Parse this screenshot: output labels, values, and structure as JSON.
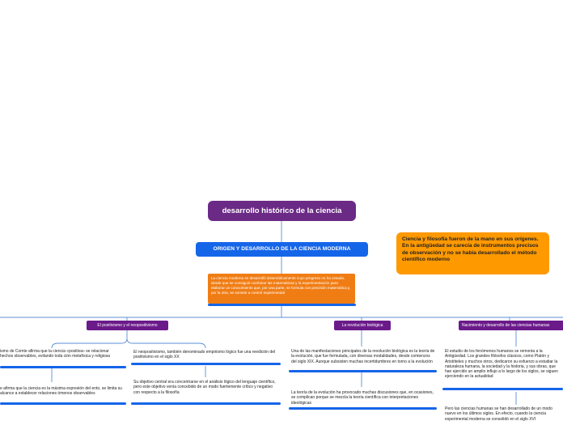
{
  "root": {
    "label": "desarrollo histórico de la ciencia"
  },
  "main_topic": {
    "label": "ORIGEN Y DESARROLLO DE LA CIENCIA MODERNA"
  },
  "main_description": {
    "text": "La ciencia moderna se desarrolló sistemáticamente cuyo progreso no ha cesado, desde que se consiguió combinar las matemáticas y la experimentación para elaborar un conocimiento que, por una parte, se formula con precisión matemática y, por la otra, se somete a control experimental"
  },
  "callout": {
    "text": "Ciencia y filosofía fueron de la mano en sus orígenes. En la antigüedad se carecía de instrumentos precisos de observación y no se había desarrollado el método científico moderno"
  },
  "branches": [
    {
      "label": "El positivismo y el neopositivismo"
    },
    {
      "label": "La revolución biológica"
    },
    {
      "label": "Nacimiento y desarrollo de las ciencias humanas"
    }
  ],
  "leaves": {
    "pos_1": "ismo de Comte afirma que la ciencia «positiva» se relacionar hechos observables, evitando toda ción metafísica y religiosa",
    "pos_2": "e afirma que la ciencia es la máxima expresión del ento, se limita su alcance a establecer relaciones ómenos observables",
    "neo_1": "El neopositivismo, también denominado empirismo lógico fue una reedición del positivismo en el siglo XX",
    "neo_2": "Su objetivo central era concentrarse en el análisis lógico del lenguaje científico, pero este objetivo venía concebido de un modo fuertemente crítico y negativo con respecto a la filosofía",
    "bio_1": "Una de las manifestaciones principales de la revolución biológica es la teoría de la evolución, que fue formulada, con diversas modalidades, desde comienzos del siglo XIX. Aunque subsisten muchas incertidumbres en torno a la evolución",
    "bio_2": "La teoría de la evolución ha provocado muchas discusiones que, en ocasiones, se complican porque se mezcla la teoría científica con interpretaciones ideológicas",
    "hum_1": "El estudio de los fenómenos humanos se remonta a la Antigüedad. Los grandes filósofos clásicos, como Platón y Aristóteles y muchos otros, dedicaron su esfuerzo a estudiar la naturaleza humana, la sociedad y la historia, y sus obras, que han ejercido un amplio influjo a lo largo de los siglos, se siguen ejerciendo en la actualidad",
    "hum_2": "Pero las ciencias humanas se han desarrollado de un modo nuevo en los últimos siglos. En efecto, cuando la ciencia experimental moderna se consolidó en el siglo XVI"
  },
  "colors": {
    "root": "#6b2a86",
    "main": "#1565e8",
    "orange": "#f07d14",
    "callout": "#ff9900",
    "branch": "#6b1a8a",
    "line": "#5b8fd6"
  }
}
